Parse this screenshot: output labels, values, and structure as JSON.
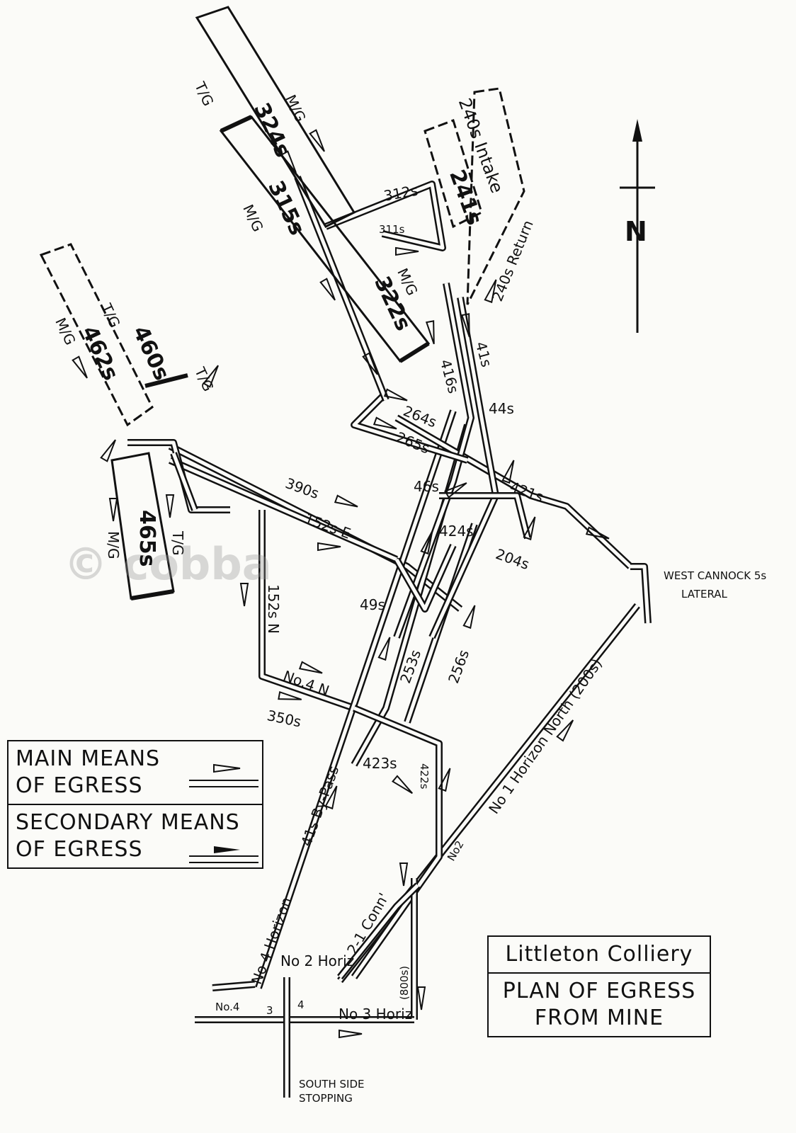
{
  "title": {
    "line1": "Littleton Colliery",
    "line2": "PLAN OF EGRESS",
    "line3": "FROM MINE"
  },
  "legend": {
    "main_line1": "MAIN MEANS",
    "main_line2": "OF EGRESS",
    "secondary_line1": "SECONDARY MEANS",
    "secondary_line2": "OF EGRESS"
  },
  "north": "N",
  "watermark": "© cobba",
  "labels": {
    "tg1": "T/G",
    "mg1": "M/G",
    "p324": "324s",
    "p315": "315s",
    "mg2": "M/G",
    "p322": "322s",
    "mg3": "M/G",
    "p312": "312s",
    "p311": "311s",
    "intake": "240s Intake",
    "p241": "241s",
    "ret": "240s Return",
    "r41": "41s",
    "r416": "416s",
    "r44": "44s",
    "r264": "264s",
    "r265": "265s",
    "r46": "46s",
    "r421": "421s",
    "r424": "424s",
    "r204": "204s",
    "r390": "390s",
    "r152e": "152s E",
    "r49": "49s",
    "r152n": "152s N",
    "r253": "253s",
    "r256": "256s",
    "no4n": "No.4 N",
    "r350": "350s",
    "r423": "423s",
    "r422": "422s",
    "no1": "No 1 Horizon North (200s)",
    "bypass": "41s By-Pass",
    "no2": "No2",
    "conn": "2-1 Conn'",
    "no4h": "No 4 Horizon",
    "no2h": "No 2 Horiz",
    "r800": "(800s)",
    "no3h": "No 3 Horiz",
    "no4": "No.4",
    "s3": "3",
    "s4": "4",
    "south1": "SOUTH SIDE",
    "south2": "STOPPING",
    "wc1": "WEST CANNOCK 5s",
    "wc2": "LATERAL",
    "tg2": "T/G",
    "mg4": "M/G",
    "p462": "462s",
    "p460": "460s",
    "tg3": "T/G",
    "p465": "465s",
    "mg5": "M/G",
    "tg4": "T/G"
  }
}
